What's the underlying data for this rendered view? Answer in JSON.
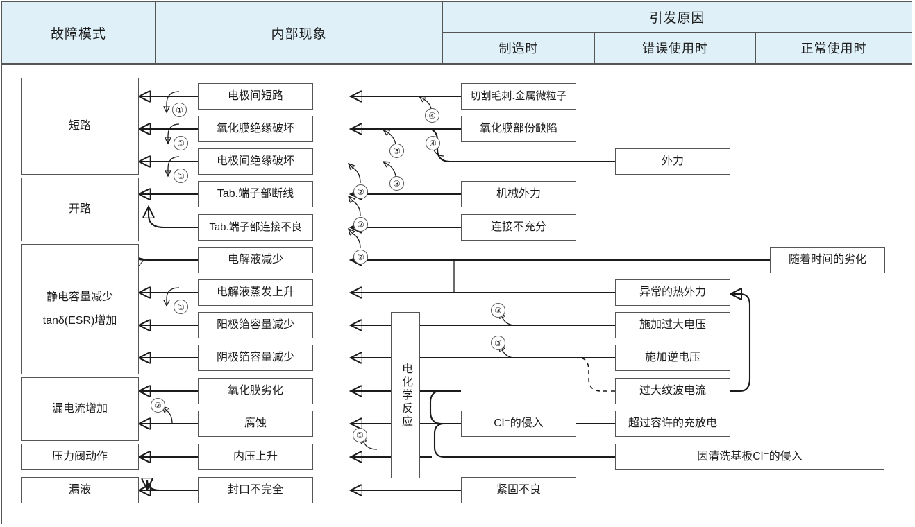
{
  "header": {
    "col_failure_mode": "故障模式",
    "col_internal_phenomenon": "内部现象",
    "col_cause": "引发原因",
    "sub_manufacturing": "制造时",
    "sub_misuse": "错误使用时",
    "sub_normal": "正常使用时"
  },
  "failure_modes": [
    {
      "label": "短路"
    },
    {
      "label": "开路"
    },
    {
      "label_line1": "静电容量减少",
      "label_line2": "tanδ(ESR)增加"
    },
    {
      "label": "漏电流增加"
    },
    {
      "label": "压力阀动作"
    },
    {
      "label": "漏液"
    }
  ],
  "internal_phenomena": [
    {
      "label": "电极间短路"
    },
    {
      "label": "氧化膜绝缘破坏"
    },
    {
      "label": "电极间绝缘破坏"
    },
    {
      "label": "Tab.端子部断线"
    },
    {
      "label": "Tab.端子部连接不良"
    },
    {
      "label": "电解液减少"
    },
    {
      "label": "电解液蒸发上升"
    },
    {
      "label": "阳极箔容量减少"
    },
    {
      "label": "阴极箔容量减少"
    },
    {
      "label": "氧化膜劣化"
    },
    {
      "label": "腐蚀"
    },
    {
      "label": "内压上升"
    },
    {
      "label": "封口不完全"
    }
  ],
  "reaction_box": {
    "label": "电化学反应"
  },
  "causes_manufacturing": [
    {
      "label": "切割毛刺.金属微粒子"
    },
    {
      "label": "氧化膜部份缺陷"
    },
    {
      "label": "机械外力"
    },
    {
      "label": "连接不充分"
    },
    {
      "label": "Cl⁻的侵入"
    }
  ],
  "causes_misuse": [
    {
      "label": "外力"
    },
    {
      "label": "异常的热外力"
    },
    {
      "label": "施加过大电压"
    },
    {
      "label": "施加逆电压"
    },
    {
      "label": "过大纹波电流"
    },
    {
      "label": "超过容许的充放电"
    },
    {
      "label": "紧固不良"
    },
    {
      "label": "因清洗基板Cl⁻的侵入"
    }
  ],
  "causes_normal": [
    {
      "label": "随着时间的劣化"
    }
  ],
  "markers": [
    {
      "id": "m1",
      "label": "①"
    },
    {
      "id": "m2",
      "label": "①"
    },
    {
      "id": "m3",
      "label": "①"
    },
    {
      "id": "m4",
      "label": "②"
    },
    {
      "id": "m5",
      "label": "③"
    },
    {
      "id": "m6",
      "label": "③"
    },
    {
      "id": "m7",
      "label": "④"
    },
    {
      "id": "m8",
      "label": "④"
    },
    {
      "id": "m9",
      "label": "②"
    },
    {
      "id": "m10",
      "label": "②"
    },
    {
      "id": "m11",
      "label": "①"
    },
    {
      "id": "m12",
      "label": "③"
    },
    {
      "id": "m13",
      "label": "③"
    },
    {
      "id": "m14",
      "label": "②"
    },
    {
      "id": "m15",
      "label": "①"
    }
  ],
  "colors": {
    "header_fill": "#dff0f8",
    "border": "#555555",
    "line": "#1b1b1b",
    "background": "#ffffff"
  }
}
